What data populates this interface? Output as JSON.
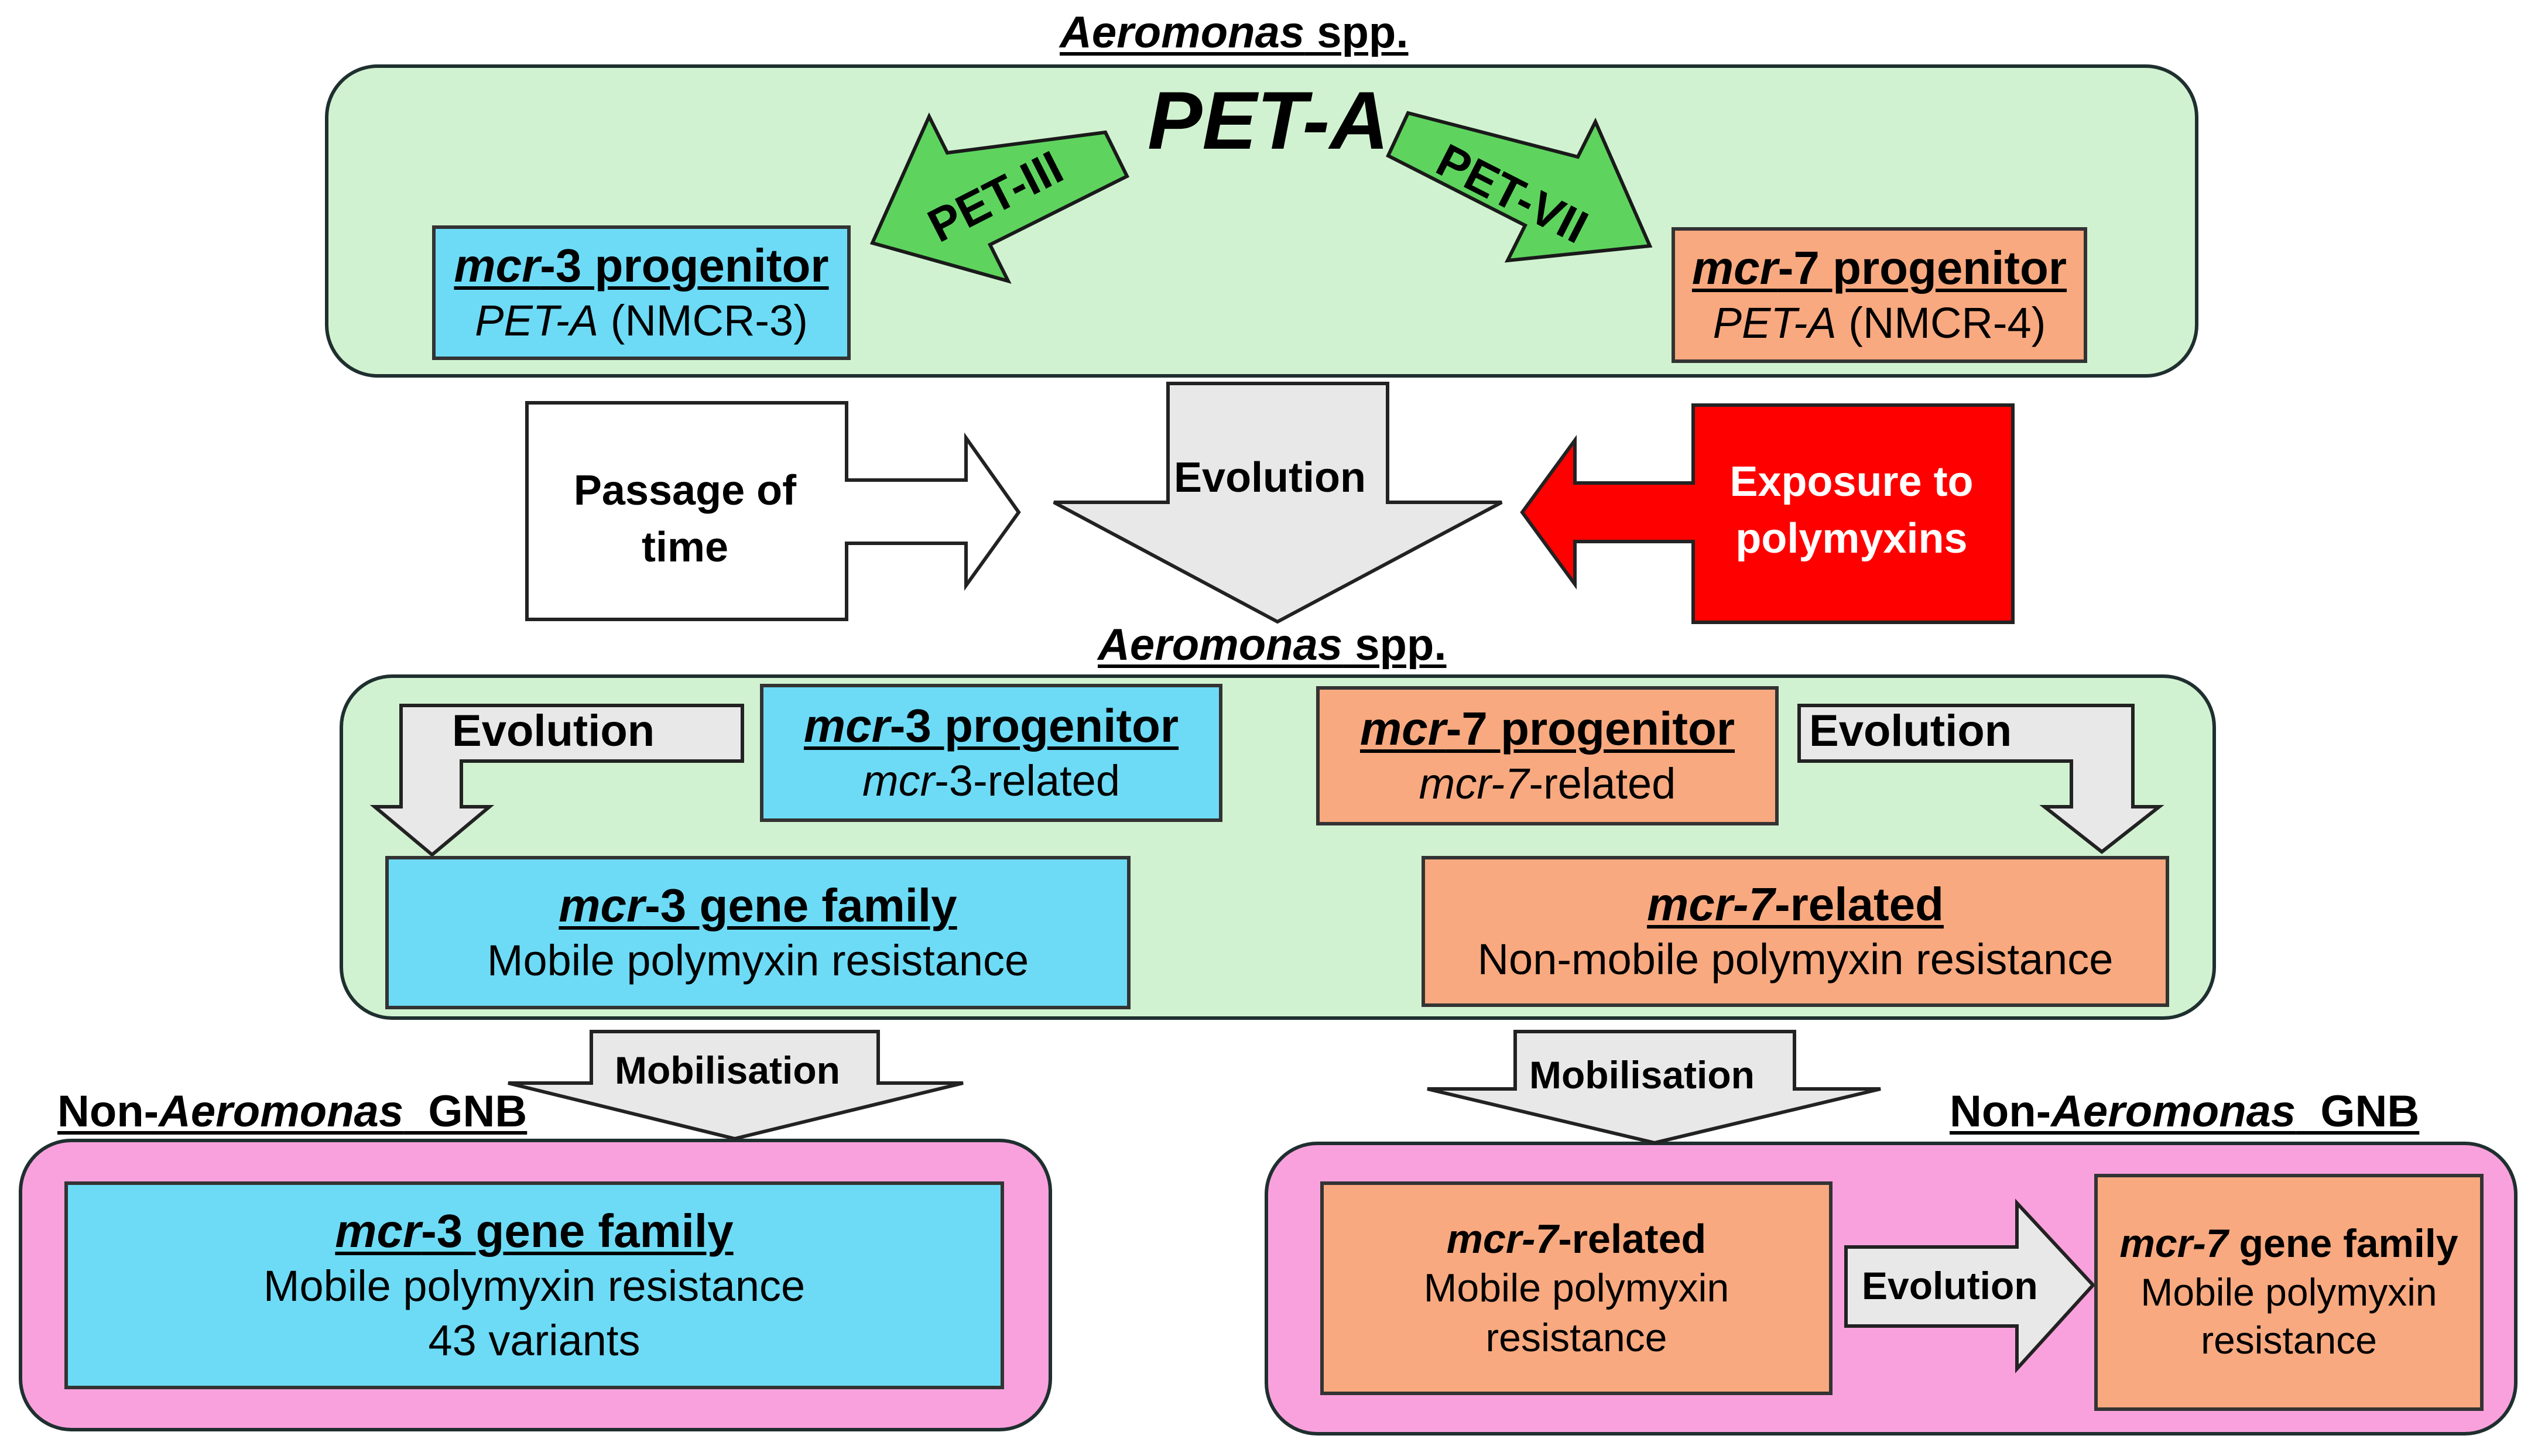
{
  "top": {
    "region_label": {
      "it": "Aeromonas",
      "rest": " spp."
    },
    "center_title": "PET-A",
    "arrow_left_label": "PET-III",
    "arrow_right_label": "PET-VII",
    "left_box": {
      "title_it": "mcr",
      "title_rest": "-3 progenitor",
      "sub_it": "PET-A",
      "sub_rest": " (NMCR-3)"
    },
    "right_box": {
      "title_it": "mcr",
      "title_rest": "-7 progenitor",
      "sub_it": "PET-A",
      "sub_rest": " (NMCR-4)"
    }
  },
  "middle": {
    "time_line1": "Passage of",
    "time_line2": "time",
    "evolution_label": "Evolution",
    "exposure_line1": "Exposure to",
    "exposure_line2": "polymyxins"
  },
  "second": {
    "region_label": {
      "it": "Aeromonas",
      "rest": " spp."
    },
    "left_evolution": "Evolution",
    "right_evolution": "Evolution",
    "mcr3_progenitor": {
      "title_it": "mcr",
      "title_rest": "-3 progenitor",
      "sub_it": "mcr",
      "sub_rest": "-3-related"
    },
    "mcr7_progenitor": {
      "title_it": "mcr",
      "title_rest": "-7 progenitor",
      "sub_it": "mcr-7",
      "sub_rest": "-related"
    },
    "mcr3_family": {
      "title_it": "mcr",
      "title_rest": "-3 gene family",
      "sub": "Mobile polymyxin resistance"
    },
    "mcr7_related": {
      "title_it": "mcr-7",
      "title_rest": "-related",
      "sub": "Non-mobile polymyxin resistance"
    }
  },
  "bottom": {
    "mobilisation_left": "Mobilisation",
    "mobilisation_right": "Mobilisation",
    "left_region_label": {
      "pre": "Non-",
      "it": "Aeromonas",
      "rest": "  GNB"
    },
    "right_region_label": {
      "pre": "Non-",
      "it": "Aeromonas",
      "rest": "  GNB"
    },
    "left_box": {
      "title_it": "mcr",
      "title_rest": "-3 gene family",
      "line1": "Mobile polymyxin resistance",
      "line2": "43 variants"
    },
    "right_related": {
      "title_it": "mcr-7",
      "title_rest": "-related",
      "line1": "Mobile polymyxin",
      "line2": "resistance"
    },
    "right_evolution": "Evolution",
    "right_family": {
      "title_it": "mcr-7",
      "title_rest": " gene family",
      "line1": "Mobile polymyxin",
      "line2": "resistance"
    }
  },
  "colors": {
    "panel_green": "#d1f2d1",
    "panel_pink": "#f9a1dd",
    "box_blue": "#6ddbf6",
    "box_orange": "#f8a97f",
    "arrow_green": "#5ed45e",
    "arrow_red": "#fe0000",
    "arrow_grey": "#e8e8e8"
  }
}
